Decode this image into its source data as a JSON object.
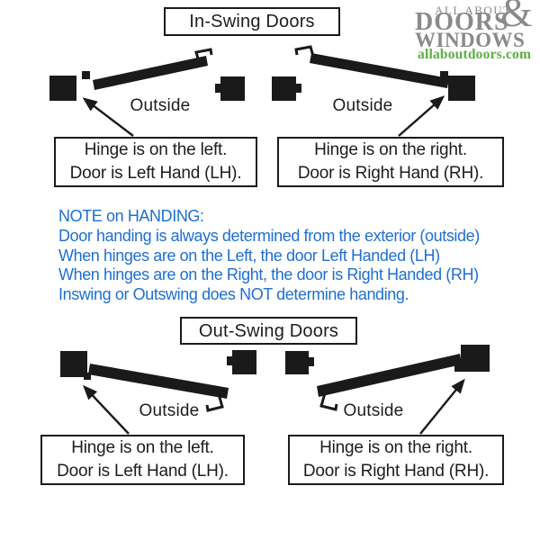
{
  "logo": {
    "top_line": "ALL ABOUT",
    "ampersand": "&",
    "doors": "DOORS",
    "windows": "WINDOWS",
    "url": "allaboutdoors.com",
    "text_color": "#8a8a8a",
    "url_color": "#5cae43"
  },
  "in_swing": {
    "title": "In-Swing Doors",
    "left_diagram": {
      "outside_label": "Outside"
    },
    "right_diagram": {
      "outside_label": "Outside"
    },
    "left_caption": {
      "line1": "Hinge is on the left.",
      "line2": "Door is Left Hand (LH)."
    },
    "right_caption": {
      "line1": "Hinge is on the right.",
      "line2": "Door is Right Hand (RH)."
    }
  },
  "note": {
    "color": "#1e6fd2",
    "lines": [
      "NOTE on HANDING:",
      "Door handing is always determined from the exterior (outside)",
      "When hinges are on the Left, the door Left Handed (LH)",
      "When hinges are on the Right, the door is Right Handed (RH)",
      "Inswing or Outswing does NOT determine handing."
    ]
  },
  "out_swing": {
    "title": "Out-Swing Doors",
    "left_diagram": {
      "outside_label": "Outside"
    },
    "right_diagram": {
      "outside_label": "Outside"
    },
    "left_caption": {
      "line1": "Hinge is on the left.",
      "line2": "Door is Left Hand (LH)."
    },
    "right_caption": {
      "line1": "Hinge is on the right.",
      "line2": "Door is Right Hand (RH)."
    }
  }
}
